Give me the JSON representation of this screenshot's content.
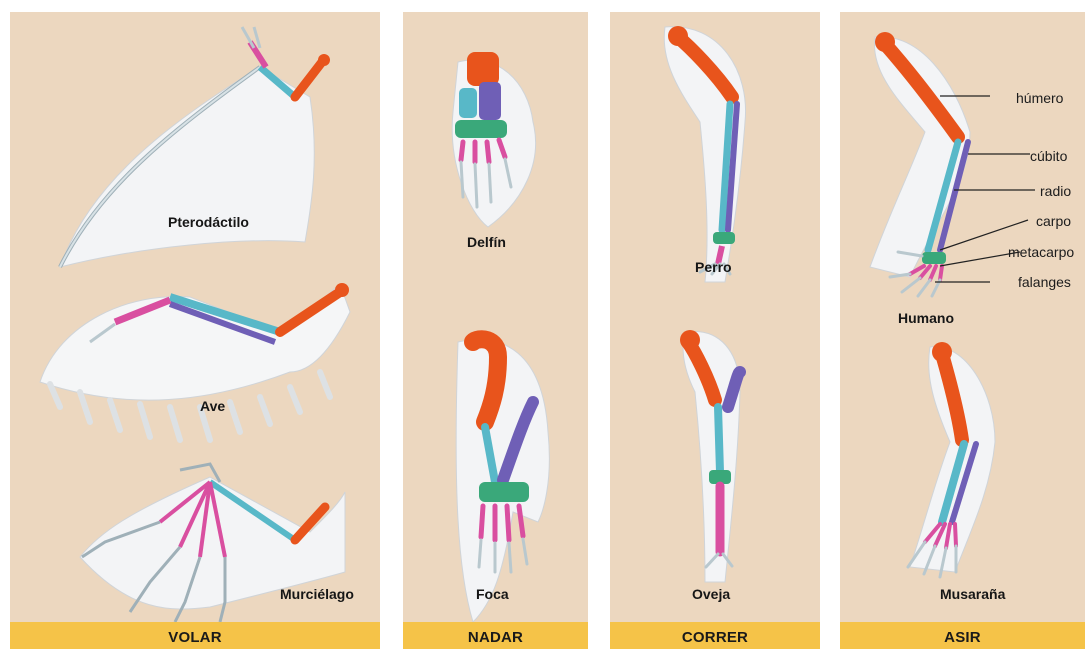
{
  "panels": [
    {
      "category": "VOLAR",
      "animals": [
        "Pterodáctilo",
        "Ave",
        "Murciélago"
      ]
    },
    {
      "category": "NADAR",
      "animals": [
        "Delfín",
        "Foca"
      ]
    },
    {
      "category": "CORRER",
      "animals": [
        "Perro",
        "Oveja"
      ]
    },
    {
      "category": "ASIR",
      "animals": [
        "Humano",
        "Musaraña"
      ]
    }
  ],
  "bone_labels": [
    "húmero",
    "cúbito",
    "radio",
    "carpo",
    "metacarpo",
    "falanges"
  ],
  "colors": {
    "panel_background": "#ecd7bf",
    "footer": "#f5c348",
    "humerus": "#e8541c",
    "ulna": "#6f5fb6",
    "radius": "#58b8c8",
    "carpals": "#3aa87a",
    "metacarpals": "#d94fa0",
    "phalanges": "#b9c8ce"
  }
}
